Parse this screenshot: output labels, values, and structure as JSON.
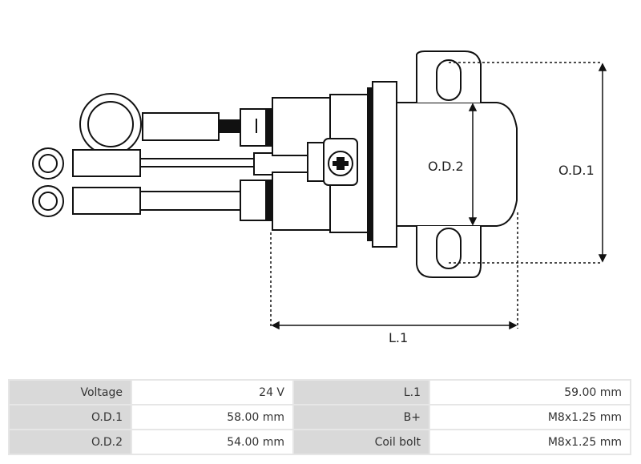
{
  "diagram": {
    "dimension_labels": {
      "od2": "O.D.2",
      "od1": "O.D.1",
      "l1": "L.1"
    }
  },
  "specs": [
    {
      "label": "Voltage",
      "value": "24 V",
      "label2": "L.1",
      "value2": "59.00 mm"
    },
    {
      "label": "O.D.1",
      "value": "58.00 mm",
      "label2": "B+",
      "value2": "M8x1.25 mm"
    },
    {
      "label": "O.D.2",
      "value": "54.00 mm",
      "label2": "Coil bolt",
      "value2": "M8x1.25 mm"
    }
  ]
}
